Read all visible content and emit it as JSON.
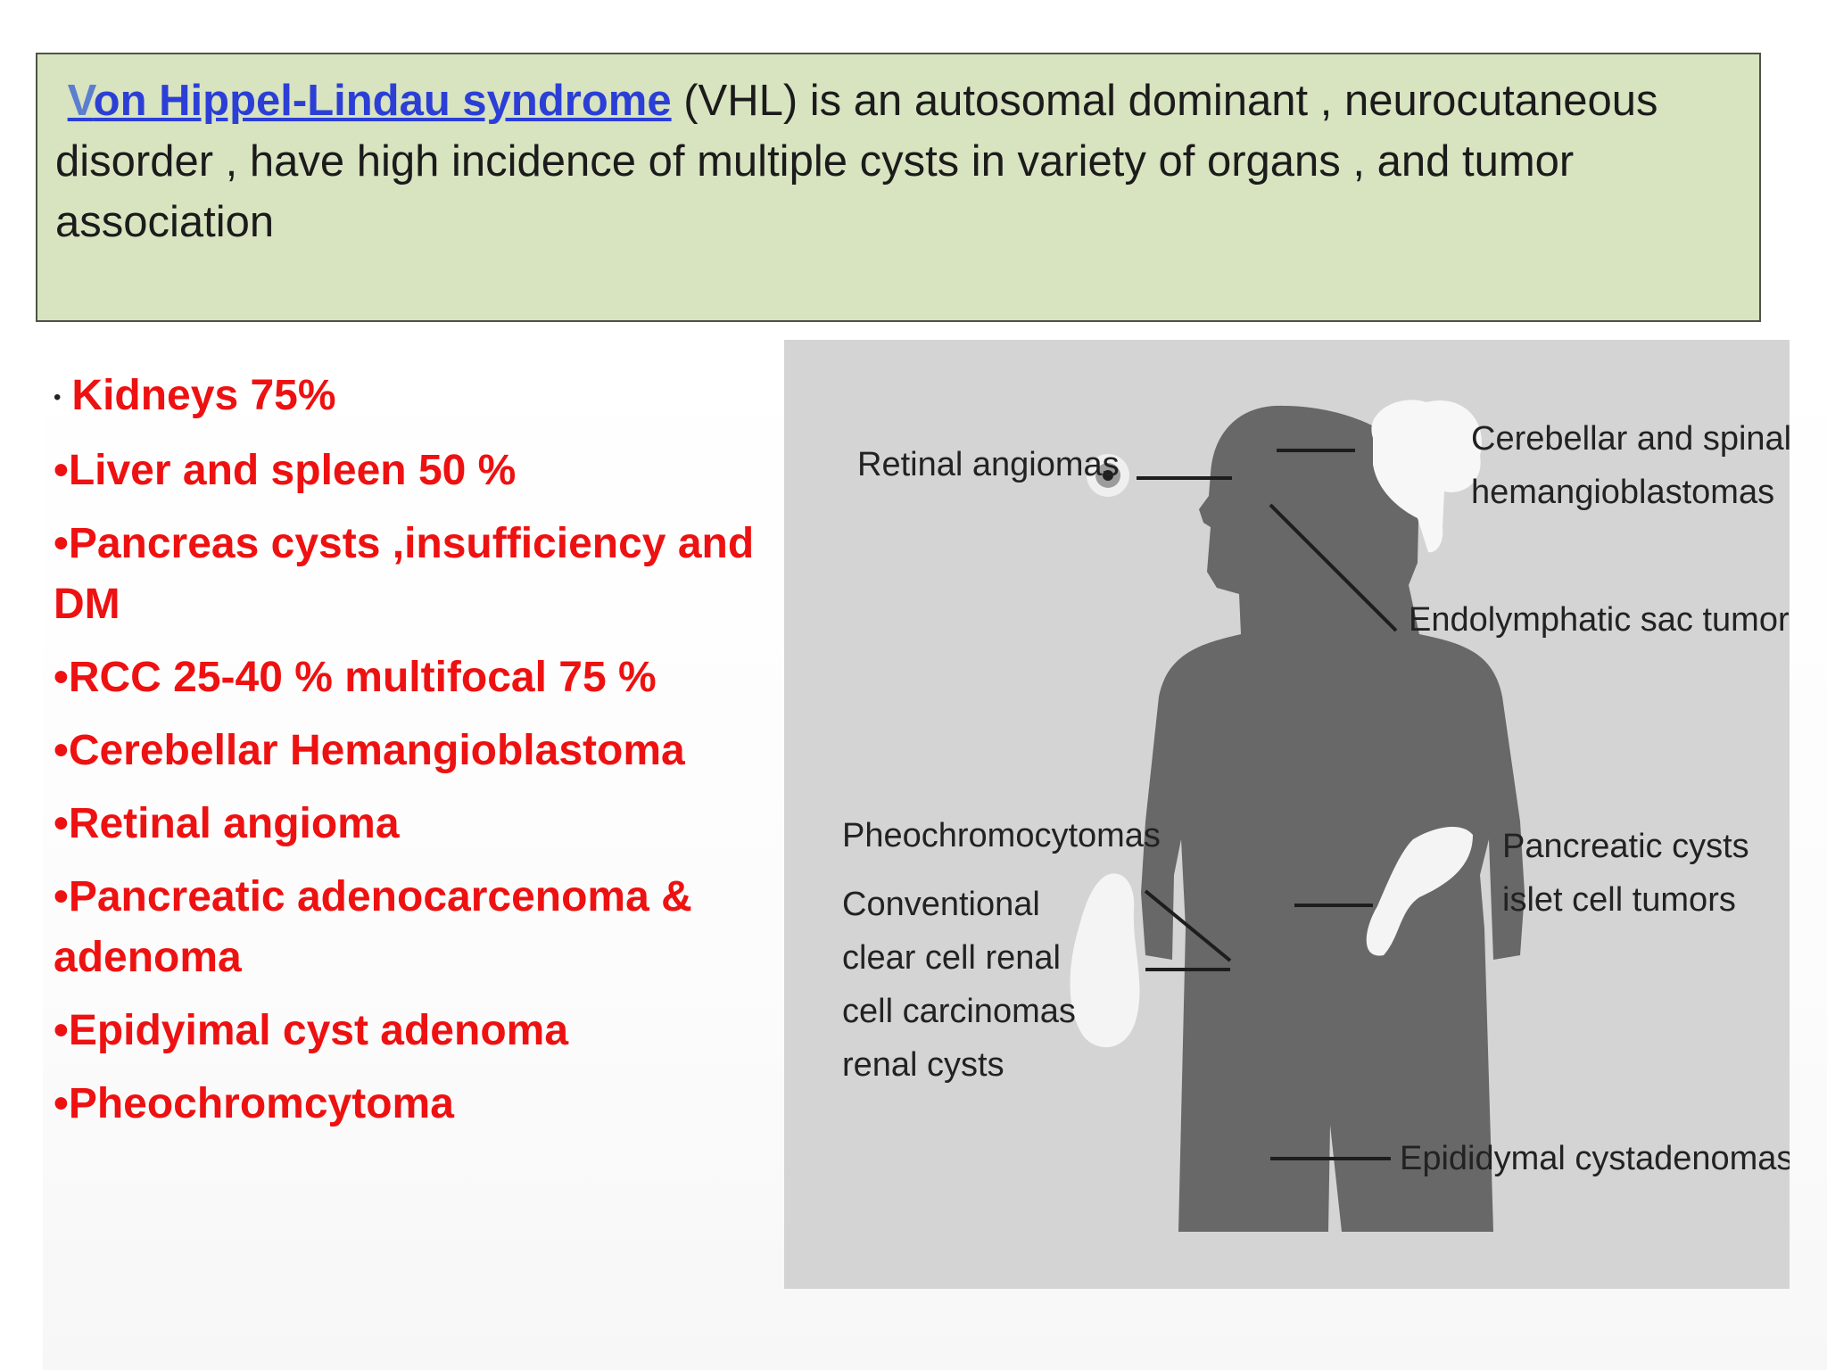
{
  "definition": {
    "link_first_letter": "V",
    "link_rest": "on Hippel-Lindau syndrome",
    "text": " (VHL) is an autosomal dominant , neurocutaneous disorder , have high incidence of multiple cysts in variety of organs , and tumor association"
  },
  "bullets": [
    {
      "bullet": "•",
      "text": "Kidneys 75%"
    },
    {
      "bullet": "•",
      "text": "Liver and spleen  50 %"
    },
    {
      "bullet": "•",
      "text": "Pancreas cysts  ,insufficiency and DM"
    },
    {
      "bullet": "•",
      "text": "RCC 25-40 % multifocal 75 %"
    },
    {
      "bullet": "•",
      "text": "Cerebellar Hemangioblastoma"
    },
    {
      "bullet": "•",
      "text": "Retinal angioma"
    },
    {
      "bullet": "•",
      "text": "Pancreatic adenocarcenoma & adenoma"
    },
    {
      "bullet": "•",
      "text": "Epidyimal cyst adenoma"
    },
    {
      "bullet": "•",
      "text": "Pheochromcytoma"
    }
  ],
  "figure": {
    "retinal": "Retinal angiomas",
    "cerebellar_1": "Cerebellar and spinal",
    "cerebellar_2": "hemangioblastomas",
    "endolymphatic": "Endolymphatic sac tumors",
    "pheo": "Pheochromocytomas",
    "renal_1": "Conventional",
    "renal_2": "clear cell renal",
    "renal_3": "cell carcinomas",
    "renal_4": "renal cysts",
    "pancreatic_1": "Pancreatic cysts",
    "pancreatic_2": "islet cell tumors",
    "epididymal": "Epididymal cystadenomas"
  },
  "colors": {
    "box_bg": "#d8e3c0",
    "bullet_text": "#ee1111",
    "link": "#2b3fd6",
    "silhouette": "#686868",
    "figure_bg": "#d4d4d4"
  }
}
